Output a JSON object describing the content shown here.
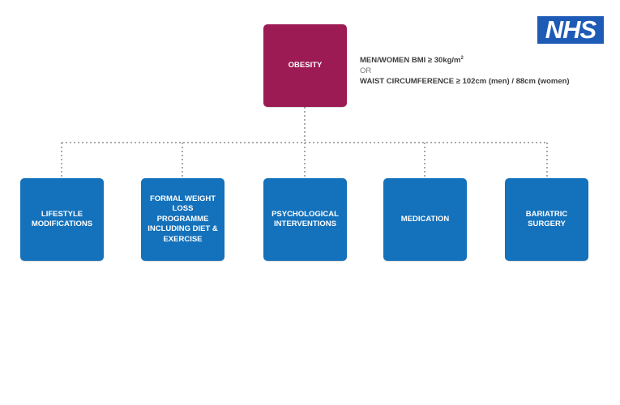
{
  "logo": {
    "text": "NHS"
  },
  "root": {
    "label": "OBESITY"
  },
  "criteria": {
    "line1_pre": "MEN/WOMEN BMI ≥ 30kg/m",
    "line1_sup": "2",
    "or": "OR",
    "line2": "WAIST CIRCUMFERENCE ≥ 102cm (men) / 88cm (women)"
  },
  "children": [
    {
      "label": "LIFESTYLE MODIFICATIONS"
    },
    {
      "label": "FORMAL WEIGHT LOSS PROGRAMME INCLUDING DIET & EXERCISE"
    },
    {
      "label": "PSYCHOLOGICAL INTERVENTIONS"
    },
    {
      "label": "MEDICATION"
    },
    {
      "label": "BARIATRIC SURGERY"
    }
  ],
  "colors": {
    "root": "#9d1b54",
    "child": "#1471bb",
    "connector": "#aaaaaa",
    "logo": "#1e5bb6"
  }
}
